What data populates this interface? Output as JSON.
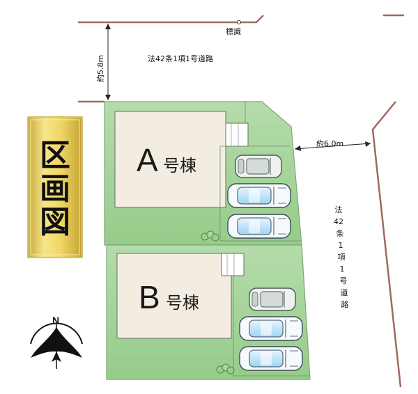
{
  "title_label": [
    "区",
    "画",
    "図"
  ],
  "road_north": {
    "label": "法42条1項1号道路",
    "width_label": "約5.8m",
    "marker_label": "標識"
  },
  "road_east": {
    "label_chars": [
      "法",
      "42",
      "条",
      "1",
      "項",
      "1",
      "号",
      "道",
      "路"
    ],
    "width_label": "約6.0m"
  },
  "lots": [
    {
      "id": "A",
      "letter": "A",
      "suffix": "号棟"
    },
    {
      "id": "B",
      "letter": "B",
      "suffix": "号棟"
    }
  ],
  "compass": {
    "label": "N"
  },
  "colors": {
    "lot_green": "#a3d49a",
    "building": "#f3ede1",
    "road_line": "#a0695e",
    "title_gold": "#e6cf62"
  },
  "icons": [
    "car-icon",
    "shrub-icon",
    "compass-icon"
  ]
}
